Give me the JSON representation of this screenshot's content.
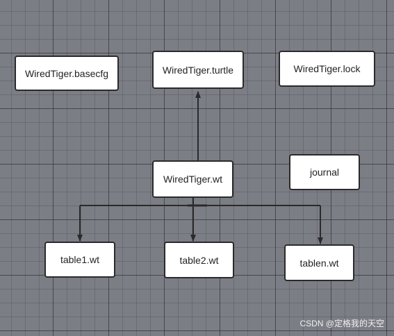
{
  "diagram": {
    "nodes": {
      "basecfg": "WiredTiger.basecfg",
      "turtle": "WiredTiger.turtle",
      "lock": "WiredTiger.lock",
      "wt": "WiredTiger.wt",
      "journal": "journal",
      "table1": "table1.wt",
      "table2": "table2.wt",
      "tablen": "tablen.wt"
    },
    "edges": [
      {
        "from": "wt",
        "to": "turtle"
      },
      {
        "from": "wt",
        "to": "table1"
      },
      {
        "from": "wt",
        "to": "table2"
      },
      {
        "from": "wt",
        "to": "tablen"
      }
    ],
    "colors": {
      "background": "#7c7e86",
      "node_fill": "#ffffff",
      "stroke": "#2a2a2a"
    }
  },
  "watermark": "CSDN @定格我的天空"
}
